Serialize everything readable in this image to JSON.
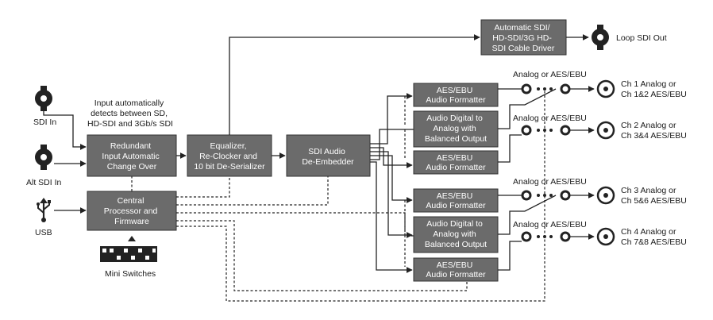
{
  "inputs": {
    "sdi_in": "SDI In",
    "alt_sdi_in": "Alt SDI In",
    "usb": "USB"
  },
  "note": [
    "Input automatically",
    "detects between SD,",
    "HD-SDI and 3Gb/s SDI"
  ],
  "boxes": {
    "cable_driver": [
      "Automatic SDI/",
      "HD-SDI/3G HD-",
      "SDI Cable Driver"
    ],
    "redundant": [
      "Redundant",
      "Input Automatic",
      "Change Over"
    ],
    "central": [
      "Central",
      "Processor and",
      "Firmware"
    ],
    "equalizer": [
      "Equalizer,",
      "Re-Clocker and",
      "10 bit De-Serializer"
    ],
    "deembedder": [
      "SDI Audio",
      "De-Embedder"
    ],
    "aes1": [
      "AES/EBU",
      "Audio Formatter"
    ],
    "dac1": [
      "Audio Digital to",
      "Analog with",
      "Balanced Output"
    ],
    "aes2": [
      "AES/EBU",
      "Audio Formatter"
    ],
    "aes3": [
      "AES/EBU",
      "Audio Formatter"
    ],
    "dac2": [
      "Audio Digital to",
      "Analog with",
      "Balanced Output"
    ],
    "aes4": [
      "AES/EBU",
      "Audio Formatter"
    ]
  },
  "switch_labels": [
    "Analog or AES/EBU",
    "Analog or AES/EBU",
    "Analog or AES/EBU",
    "Analog or AES/EBU"
  ],
  "outputs": {
    "loop": "Loop SDI Out",
    "ch1": [
      "Ch 1 Analog or",
      "Ch 1&2 AES/EBU"
    ],
    "ch2": [
      "Ch 2 Analog or",
      "Ch 3&4 AES/EBU"
    ],
    "ch3": [
      "Ch 3 Analog or",
      "Ch 5&6 AES/EBU"
    ],
    "ch4": [
      "Ch 4 Analog or",
      "Ch 7&8 AES/EBU"
    ]
  },
  "mini_switches": "Mini Switches",
  "colors": {
    "box_fill": "#6b6b6b",
    "line": "#222222",
    "text": "#1a1a1a",
    "box_text": "#ffffff"
  }
}
